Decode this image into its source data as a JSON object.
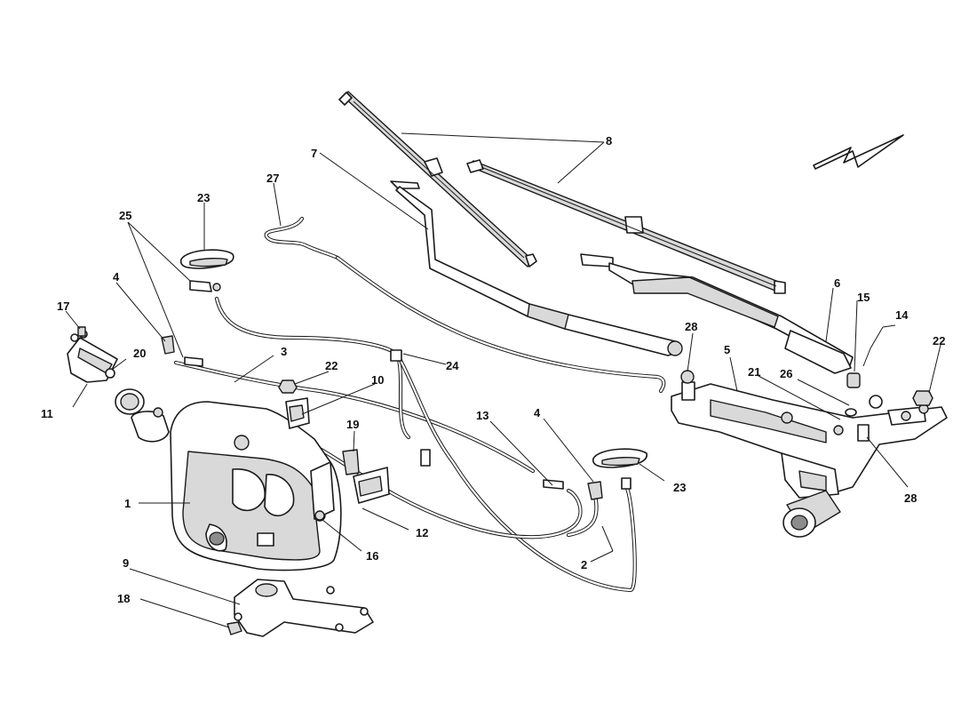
{
  "diagram": {
    "callouts": [
      {
        "id": "c1",
        "text": "1"
      },
      {
        "id": "c2",
        "text": "2"
      },
      {
        "id": "c3",
        "text": "3"
      },
      {
        "id": "c4a",
        "text": "4"
      },
      {
        "id": "c4b",
        "text": "4"
      },
      {
        "id": "c5",
        "text": "5"
      },
      {
        "id": "c6",
        "text": "6"
      },
      {
        "id": "c7",
        "text": "7"
      },
      {
        "id": "c8",
        "text": "8"
      },
      {
        "id": "c9",
        "text": "9"
      },
      {
        "id": "c10",
        "text": "10"
      },
      {
        "id": "c11",
        "text": "11"
      },
      {
        "id": "c12",
        "text": "12"
      },
      {
        "id": "c13",
        "text": "13"
      },
      {
        "id": "c14",
        "text": "14"
      },
      {
        "id": "c15",
        "text": "15"
      },
      {
        "id": "c16",
        "text": "16"
      },
      {
        "id": "c17",
        "text": "17"
      },
      {
        "id": "c18",
        "text": "18"
      },
      {
        "id": "c19",
        "text": "19"
      },
      {
        "id": "c20",
        "text": "20"
      },
      {
        "id": "c21",
        "text": "21"
      },
      {
        "id": "c22a",
        "text": "22"
      },
      {
        "id": "c22b",
        "text": "22"
      },
      {
        "id": "c23a",
        "text": "23"
      },
      {
        "id": "c23b",
        "text": "23"
      },
      {
        "id": "c24",
        "text": "24"
      },
      {
        "id": "c25",
        "text": "25"
      },
      {
        "id": "c26",
        "text": "26"
      },
      {
        "id": "c27",
        "text": "27"
      },
      {
        "id": "c28a",
        "text": "28"
      },
      {
        "id": "c28b",
        "text": "28"
      }
    ]
  }
}
